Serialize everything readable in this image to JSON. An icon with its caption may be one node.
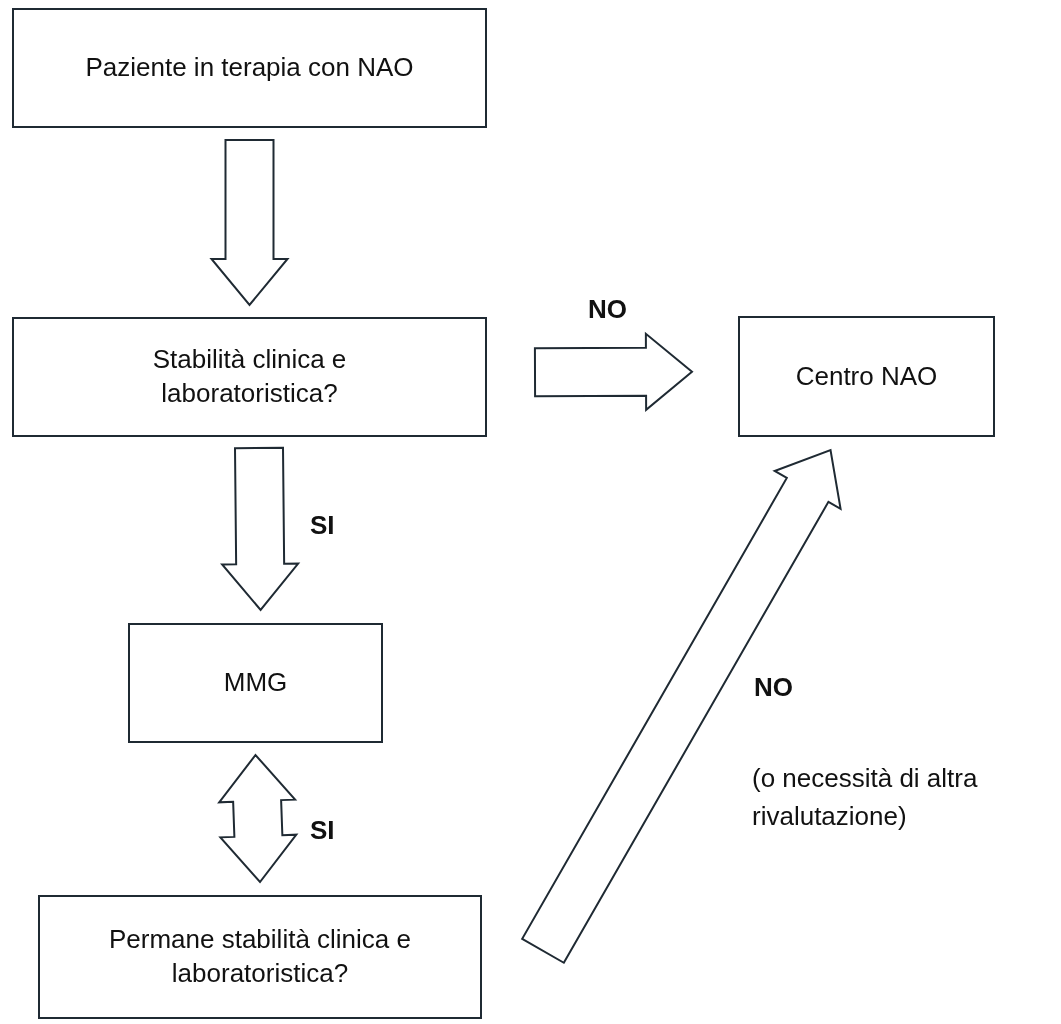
{
  "diagram": {
    "nodes": [
      {
        "text": [
          "Paziente in terapia con NAO"
        ]
      },
      {
        "text": [
          "Stabilità clinica e laboratoristica?"
        ]
      },
      {
        "text": [
          "Centro NAO"
        ]
      },
      {
        "text": [
          "MMG"
        ]
      },
      {
        "text": [
          "Permane stabilità clinica e laboratoristica?"
        ]
      }
    ],
    "edges": [
      {
        "from": 0,
        "to": 1,
        "arrow": "to"
      },
      {
        "from": 1,
        "to": 2,
        "arrow": "to",
        "label": "NO"
      },
      {
        "from": 1,
        "to": 3,
        "arrow": "to",
        "label": "SI"
      },
      {
        "from": 3,
        "to": 4,
        "arrow": "both",
        "label": "SI"
      },
      {
        "from": 4,
        "to": 2,
        "arrow": "to",
        "label": "NO"
      }
    ],
    "labels": [
      "(o necessità di altra rivalutazione)"
    ]
  }
}
